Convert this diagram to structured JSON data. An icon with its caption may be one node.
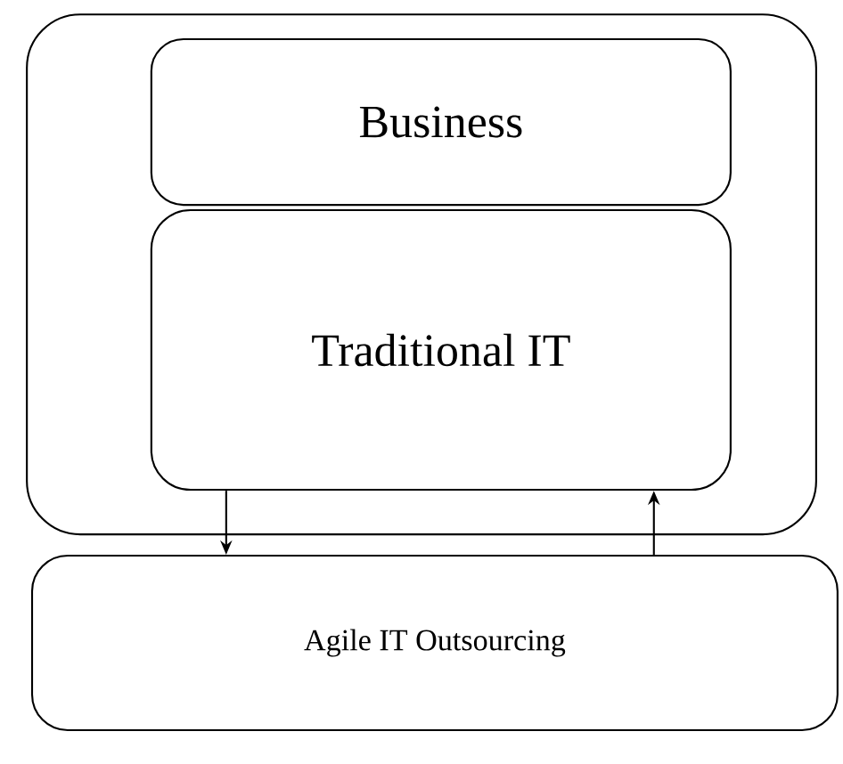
{
  "diagram": {
    "nodes": [
      {
        "text": [],
        "shape": "box"
      },
      {
        "text": [
          "Business"
        ],
        "in": 0
      },
      {
        "text": [
          "Traditional IT"
        ],
        "in": 0
      },
      {
        "text": [
          "Agile IT Outsourcing"
        ]
      }
    ],
    "edges": [
      {
        "from": 2,
        "to": 3,
        "arrow": "to"
      },
      {
        "from": 3,
        "to": 2,
        "arrow": "to"
      }
    ]
  }
}
